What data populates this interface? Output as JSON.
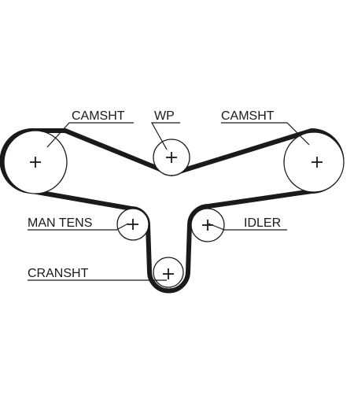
{
  "labels": {
    "camshaft_left": "CAMSHT",
    "water_pump": "WP",
    "camshaft_right": "CAMSHT",
    "manual_tensioner": "MAN TENS",
    "idler": "IDLER",
    "crankshaft": "CRANSHT"
  }
}
